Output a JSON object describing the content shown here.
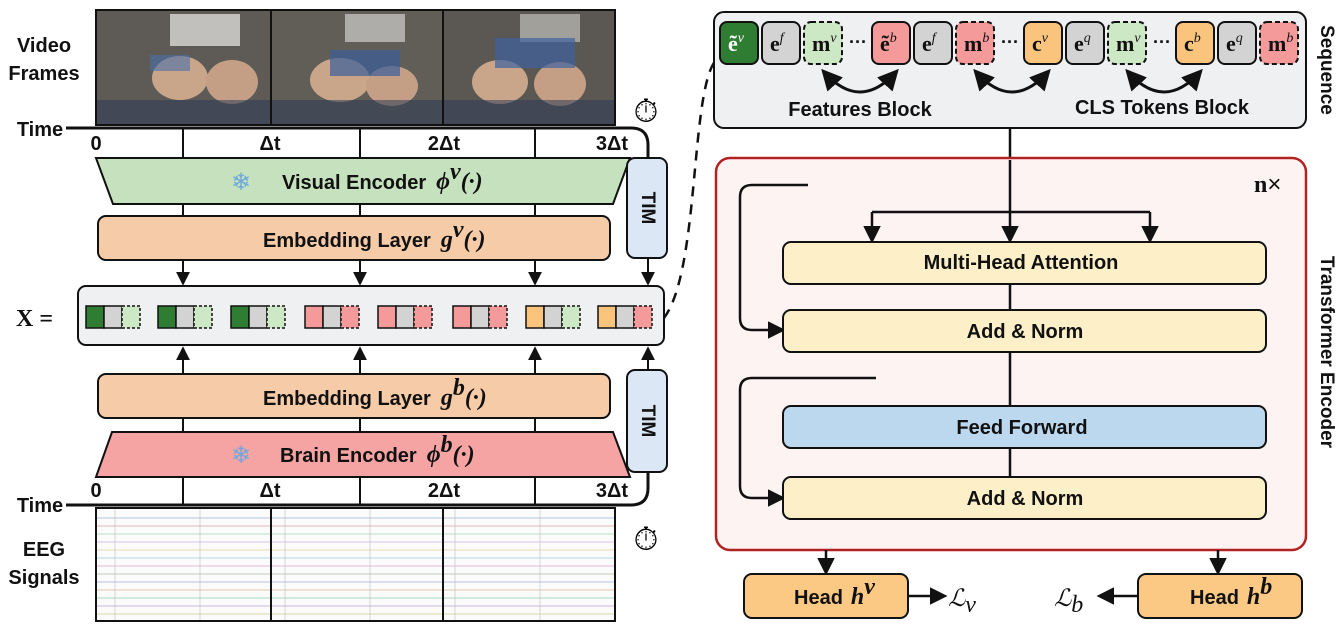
{
  "left": {
    "video_label_line1": "Video",
    "video_label_line2": "Frames",
    "time_label": "Time",
    "eeg_label_line1": "EEG",
    "eeg_label_line2": "Signals",
    "ticks": [
      "0",
      "Δt",
      "2Δt",
      "3Δt"
    ],
    "visual_encoder": {
      "label": "Visual Encoder",
      "math_sym": "ϕ",
      "math_sup": "v",
      "math_args": "(·)"
    },
    "brain_encoder": {
      "label": "Brain Encoder",
      "math_sym": "ϕ",
      "math_sup": "b",
      "math_args": "(·)"
    },
    "embed_visual": {
      "label": "Embedding Layer",
      "math_sym": "g",
      "math_sup": "v",
      "math_args": "(·)"
    },
    "embed_brain": {
      "label": "Embedding Layer",
      "math_sym": "g",
      "math_sup": "b",
      "math_args": "(·)"
    },
    "tim_label": "TIM",
    "x_label": "X =",
    "snowflake": "❄",
    "stopwatch": "⏱"
  },
  "right": {
    "sequence_label": "Sequence",
    "features_block_label": "Features Block",
    "cls_block_label": "CLS Tokens Block",
    "tokens": [
      {
        "base": "ẽ",
        "sup": "v"
      },
      {
        "base": "e",
        "sup": "f"
      },
      {
        "base": "m",
        "sup": "v"
      },
      {
        "base": "ẽ",
        "sup": "b"
      },
      {
        "base": "e",
        "sup": "f"
      },
      {
        "base": "m",
        "sup": "b"
      },
      {
        "base": "c",
        "sup": "v"
      },
      {
        "base": "e",
        "sup": "q"
      },
      {
        "base": "m",
        "sup": "v"
      },
      {
        "base": "c",
        "sup": "b"
      },
      {
        "base": "e",
        "sup": "q"
      },
      {
        "base": "m",
        "sup": "b"
      }
    ],
    "ellipsis": "···",
    "nx_base": "n",
    "nx_times": "×",
    "transformer_label": "Transformer Encoder",
    "mha_label": "Multi-Head Attention",
    "addnorm1_label": "Add & Norm",
    "ff_label": "Feed Forward",
    "addnorm2_label": "Add & Norm",
    "head_v": {
      "label": "Head",
      "math_sym": "h",
      "math_sup": "v"
    },
    "head_b": {
      "label": "Head",
      "math_sym": "h",
      "math_sup": "b"
    },
    "loss_v": {
      "sym": "ℒ",
      "sub": "v"
    },
    "loss_b": {
      "sym": "ℒ",
      "sub": "b"
    }
  },
  "colors": {
    "green_dark": "#2e7d32",
    "green_light": "#cde8c4",
    "gray": "#d3d3d3",
    "red": "#f49a9a",
    "orange": "#fbc47d",
    "encoder_green": "#c5e1bd",
    "encoder_red": "#f5a3a3",
    "embed_peach": "#f6cba8",
    "tim_blue": "#dbe7f5",
    "sequence_bg": "#eef0f2",
    "cream": "#fdf0c8",
    "ff_blue": "#bcd8ef",
    "head_orange": "#fcc985",
    "transformer_border": "#b22222",
    "transformer_bg": "#fdf3f3"
  }
}
